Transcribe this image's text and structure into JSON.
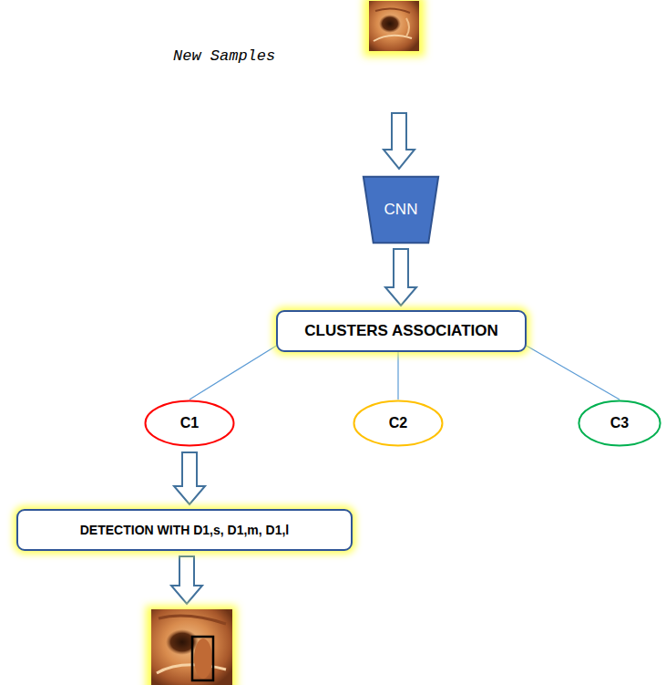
{
  "diagram": {
    "nodes": [
      {
        "text": [
          "CNN"
        ]
      },
      {
        "text": [
          "CLUSTERS ASSOCIATION"
        ]
      },
      {
        "text": [
          "C1"
        ]
      },
      {
        "text": [
          "C2"
        ]
      },
      {
        "text": [
          "C3"
        ]
      },
      {
        "text": [
          "DETECTION WITH D1,s, D1,m, D1,l"
        ]
      }
    ],
    "edges": [
      {
        "from": 0,
        "to": 1,
        "arrow": "to"
      },
      {
        "from": 1,
        "to": 2,
        "arrow": "none"
      },
      {
        "from": 1,
        "to": 3,
        "arrow": "none"
      },
      {
        "from": 1,
        "to": 4,
        "arrow": "none"
      },
      {
        "from": 2,
        "to": 5,
        "arrow": "to"
      }
    ],
    "labels": [
      "New Samples"
    ]
  }
}
